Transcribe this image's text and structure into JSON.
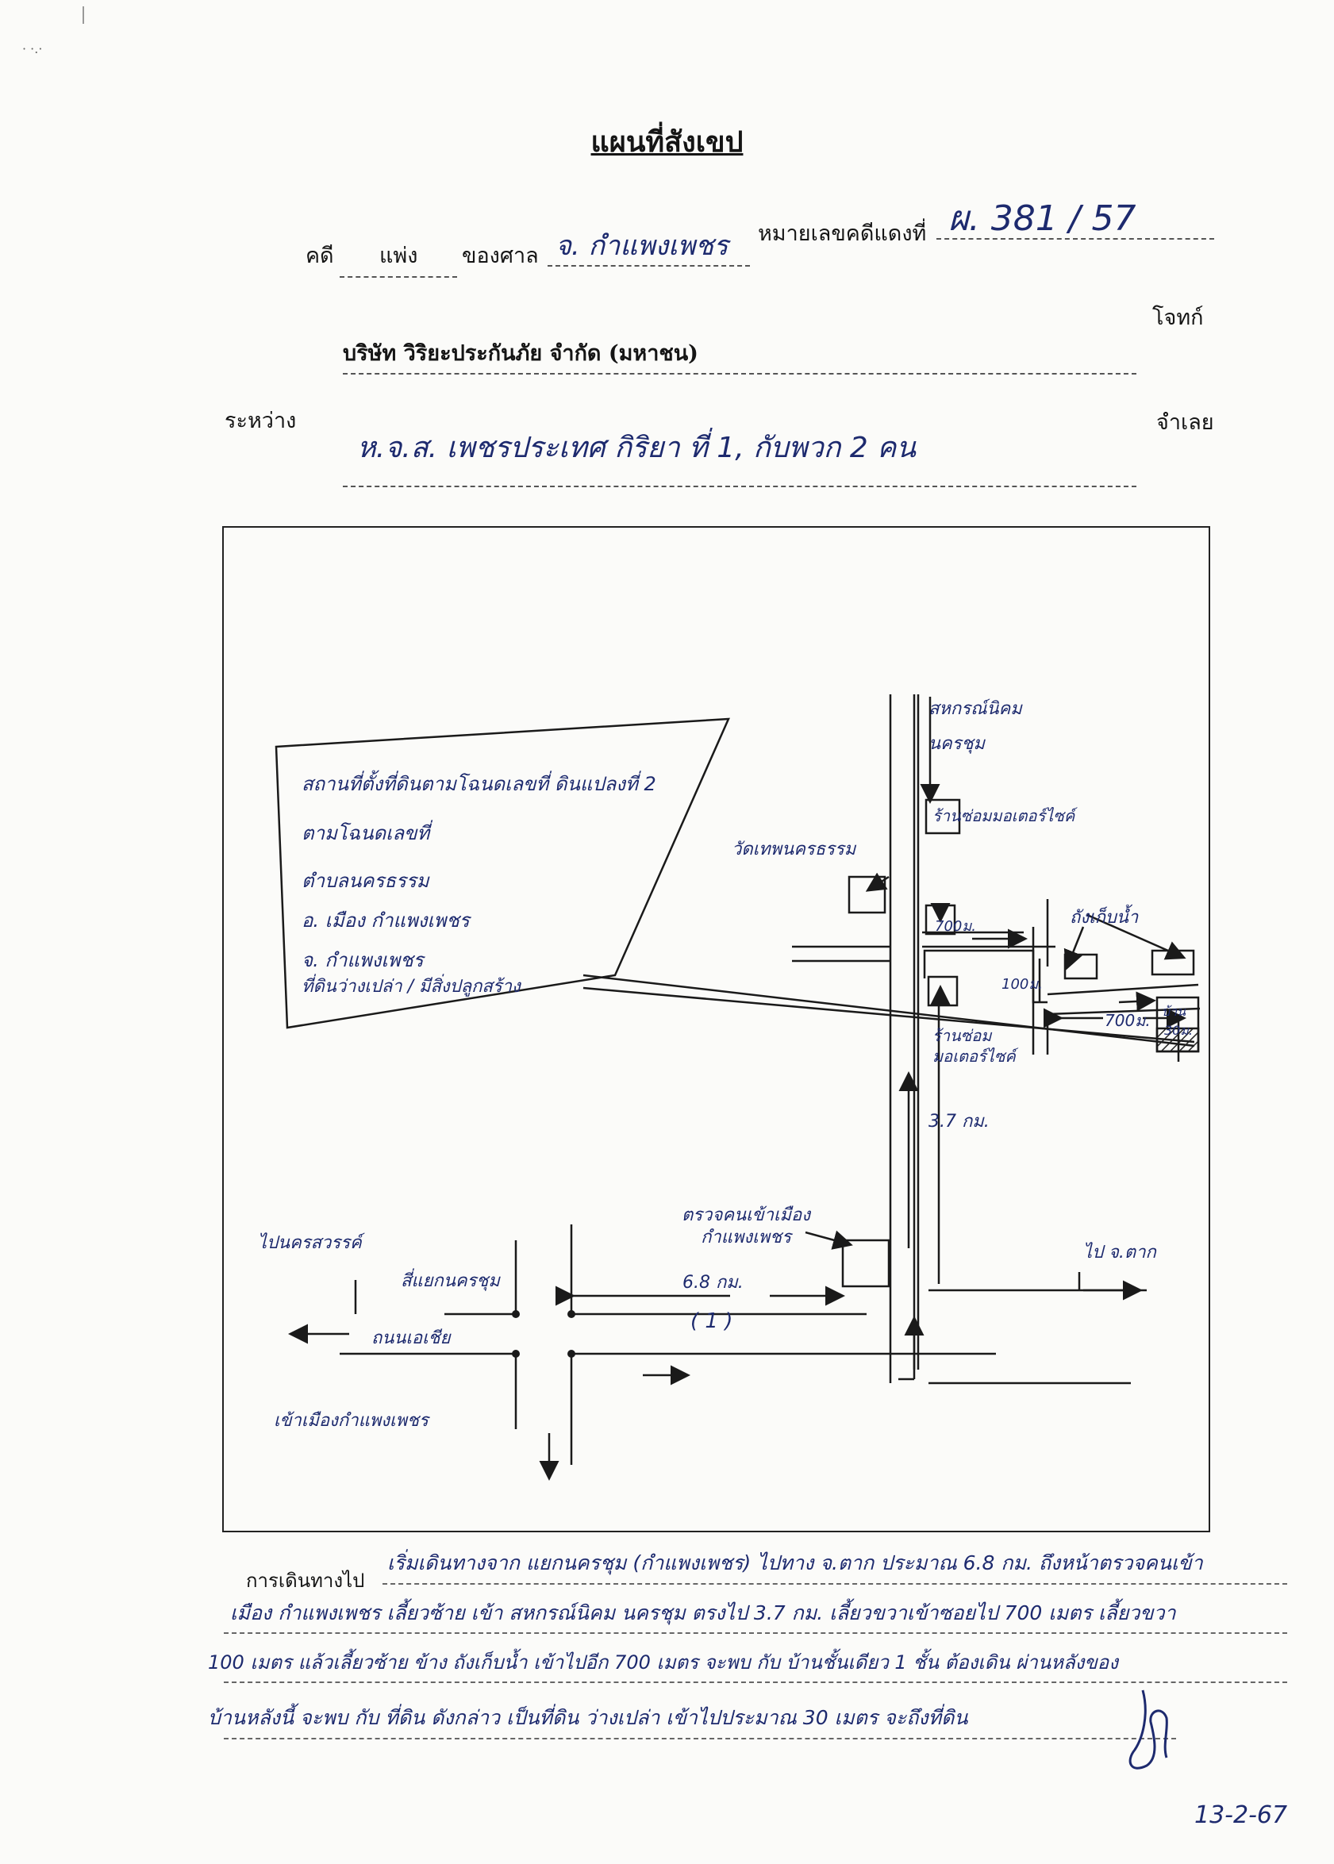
{
  "header": {
    "title": "แผนที่สังเขป"
  },
  "case": {
    "label_case": "คดี",
    "case_type": "แพ่ง",
    "label_court": "ของศาล",
    "court": "จ. กำแพงเพชร",
    "label_number": "หมายเลขคดีแดงที่",
    "number": "ผ. 381 / 57",
    "plaintiff_role": "โจทก์",
    "plaintiff": "บริษัท วิริยะประกันภัย จำกัด (มหาชน)",
    "between_label": "ระหว่าง",
    "defendant": "ห.จ.ส. เพชรประเทศ กิริยา ที่ 1, กับพวก 2 คน",
    "defendant_role": "จำเลย"
  },
  "map": {
    "callout": [
      "สถานที่ตั้งที่ดินตามโฉนดเลขที่ ดินแปลงที่ 2",
      "ตามโฉนดเลขที่",
      "ตำบลนครธรรม",
      "อ. เมือง กำแพงเพชร",
      "จ. กำแพงเพชร",
      "ที่ดินว่างเปล่า / มีสิ่งปลูกสร้าง"
    ],
    "labels": {
      "coop": "สหกรณ์นิคม นครชุม",
      "temple": "วัดเทพนครธรรม",
      "shop_top": "ร้านซ่อมมอเตอร์ไซค์",
      "water_tower": "ถังเก็บน้ำ",
      "dist_700_top": "700ม.",
      "dist_100": "100ม.",
      "dist_700_right": "700ม.",
      "dist_30": "30ม.",
      "house": "บ้าน",
      "shop_bottom": "ร้านซ่อม มอเตอร์ไซค์",
      "dist_37": "3.7 กม.",
      "police": "ตรวจคนเข้าเมือง กำแพงเพชร",
      "dist_68": "6.8 กม.",
      "to_tak": "ไป จ.ตาก",
      "to_nakhonsawan": "ไปนครสวรรค์",
      "nakhonchum_junction": "สี่แยกนครชุม",
      "asia_road": "ถนนเอเชีย",
      "marker": "( 1 )",
      "to_city": "เข้าเมืองกำแพงเพชร"
    }
  },
  "directions": {
    "label": "การเดินทางไป",
    "lines": [
      "เริ่มเดินทางจาก แยกนครชุม (กำแพงเพชร) ไปทาง จ.ตาก ประมาณ 6.8 กม. ถึงหน้าตรวจคนเข้า",
      "เมือง กำแพงเพชร เลี้ยวซ้าย เข้า สหกรณ์นิคม นครชุม ตรงไป 3.7 กม. เลี้ยวขวาเข้าซอยไป 700 เมตร เลี้ยวขวา",
      "100 เมตร แล้วเลี้ยวซ้าย ข้าง ถังเก็บน้ำ เข้าไปอีก 700 เมตร จะพบ กับ บ้านชั้นเดียว 1 ชั้น ต้องเดิน ผ่านหลังของ",
      "บ้านหลังนี้ จะพบ กับ ที่ดิน ดังกล่าว เป็นที่ดิน ว่างเปล่า เข้าไปประมาณ 30 เมตร จะถึงที่ดิน"
    ]
  },
  "footer": {
    "date": "13-2-67"
  }
}
